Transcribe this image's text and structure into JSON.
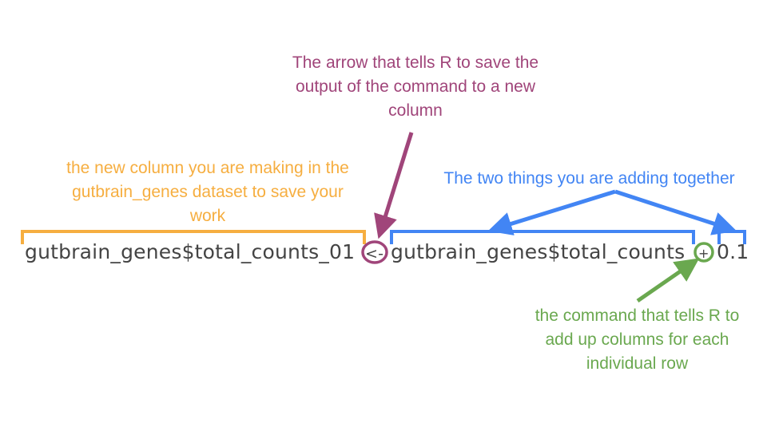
{
  "annotations": {
    "arrow_note": "The arrow that tells R to save the output of the command to a new column",
    "new_column_note": "the new column you are making in the gutbrain_genes dataset to save your work",
    "adding_note": "The two things you are adding together",
    "plus_note": "the command that tells R to add up columns for each individual row"
  },
  "code": {
    "lhs": "gutbrain_genes$total_counts_01",
    "assign": "<-",
    "rhs": "gutbrain_genes$total_counts",
    "plus": "+",
    "value": "0.1"
  },
  "colors": {
    "orange": "#F6AE40",
    "purple": "#A0457A",
    "blue": "#4285F4",
    "green": "#6AA84F",
    "code": "#444444"
  }
}
